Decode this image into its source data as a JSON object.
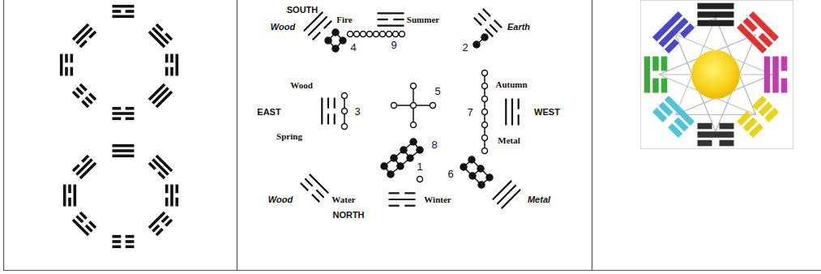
{
  "diagram": {
    "labels": [
      "SOUTH",
      "Wood",
      "Fire",
      "Summer",
      "Earth",
      "4",
      "9",
      "2",
      "Wood",
      "Autumn",
      "5",
      "EAST",
      "3",
      "7",
      "WEST",
      "Spring",
      "Metal",
      "8",
      "1",
      "6",
      "Wood",
      "Water",
      "Winter",
      "Metal",
      "NORTH"
    ]
  }
}
